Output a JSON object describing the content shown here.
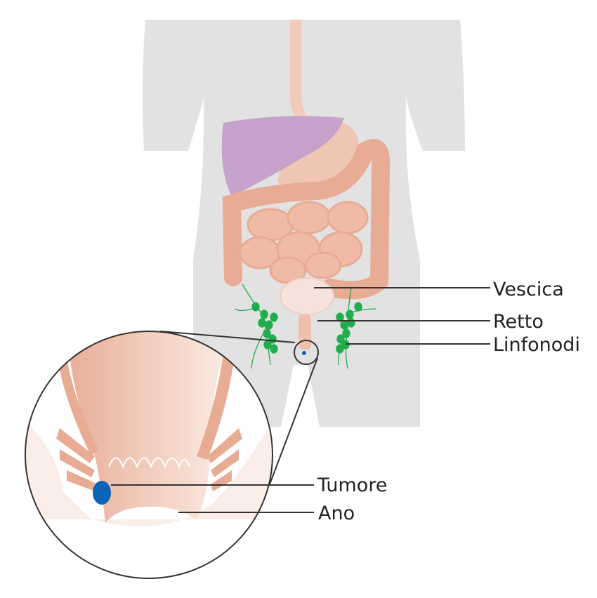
{
  "labels": {
    "bladder": "Vescica",
    "rectum": "Retto",
    "lymph_nodes": "Linfonodi",
    "tumor": "Tumore",
    "anus": "Ano"
  },
  "colors": {
    "body": "#e2e2e2",
    "liver": "#c39fcb",
    "bowel": "#e8ab94",
    "bowel_light": "#f2cbbd",
    "lymph": "#1fae4b",
    "tumor": "#0b63b5",
    "line": "#333333"
  }
}
